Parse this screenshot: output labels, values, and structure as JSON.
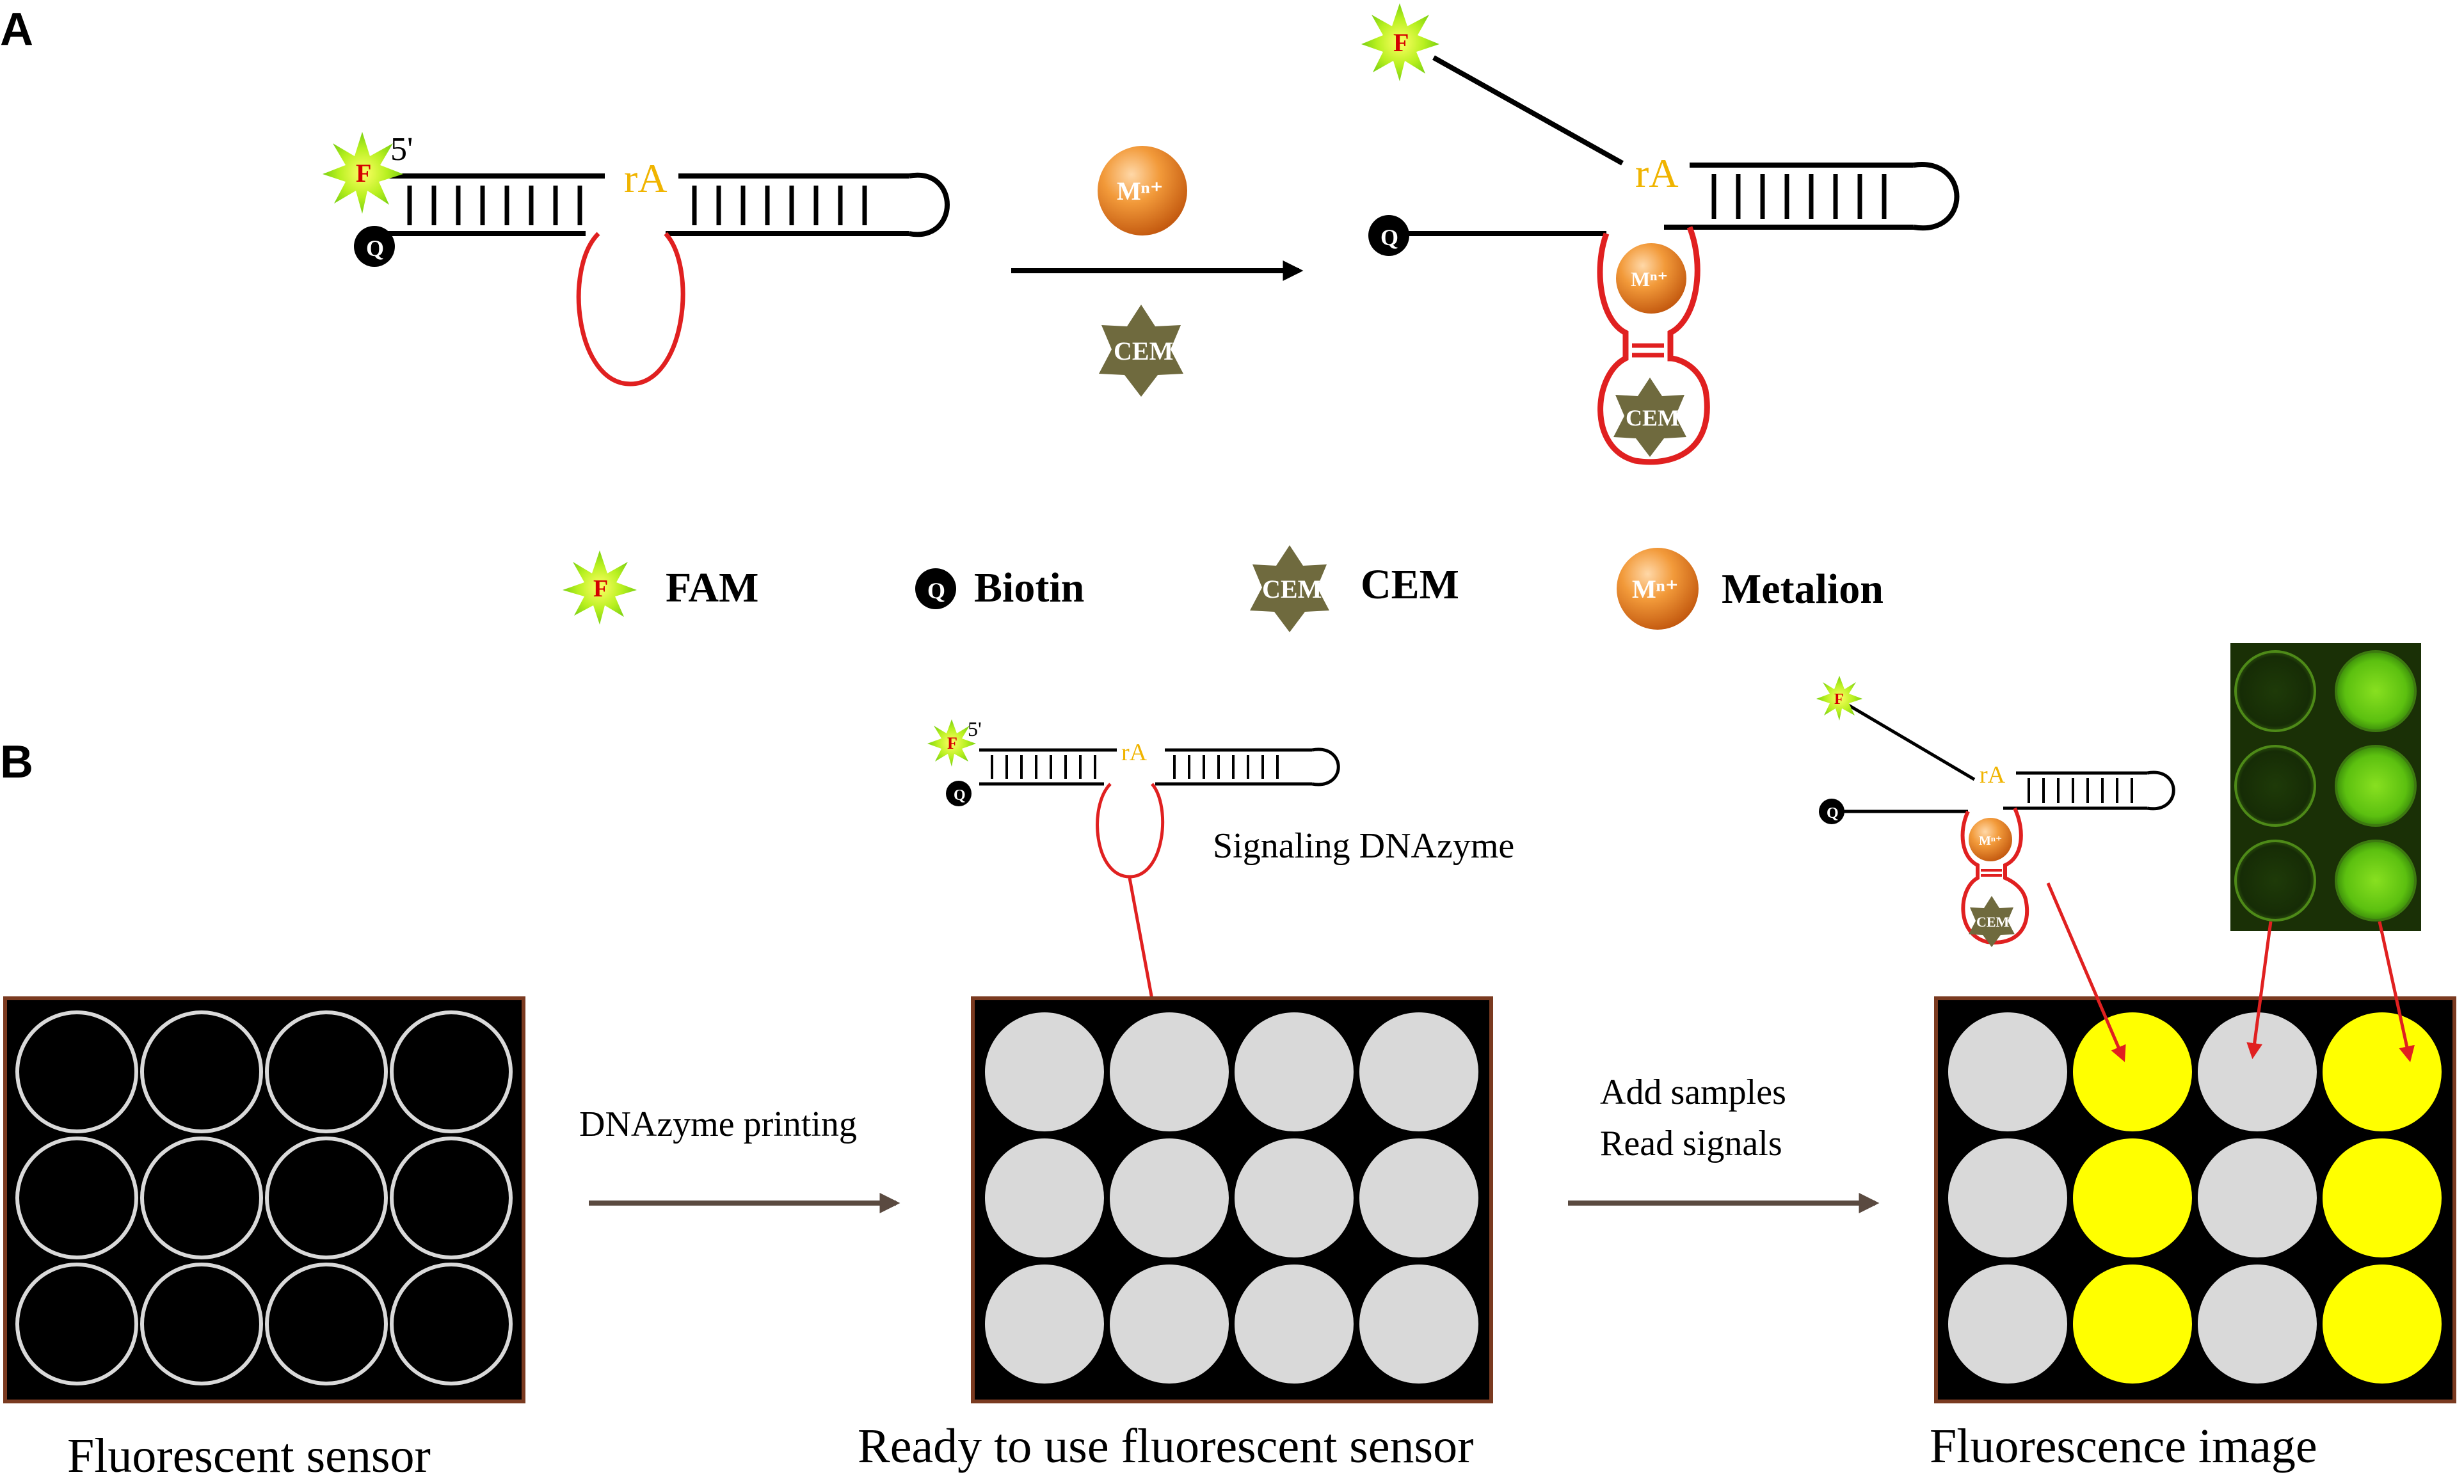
{
  "panels": {
    "a": "A",
    "b": "B"
  },
  "labels": {
    "fluor": "F",
    "quencher": "Q",
    "five_prime": "5'",
    "ribo": "rA",
    "metal": "Mⁿ⁺",
    "cem": "CEM"
  },
  "legend": {
    "fam": "FAM",
    "biotin": "Biotin",
    "cem": "CEM",
    "metalion": "Metalion"
  },
  "panel_b": {
    "signaling": "Signaling  DNAzyme",
    "printing": "DNAzyme  printing",
    "add_samples": "Add samples",
    "read_signals": "Read signals",
    "caption_1": "Fluorescent sensor",
    "caption_2": "Ready to use fluorescent sensor",
    "caption_3": "Fluorescence image"
  },
  "colors": {
    "loop_red": "#e02020",
    "ribo_yellow": "#f0b400",
    "well_grey": "#d9d9d9",
    "well_yellow": "#ffff00",
    "arrow_grey": "#5a4a40",
    "frame_brown": "#7a3a20",
    "cem_olive": "#6f6a3e",
    "metal_orange": "#f08a2a"
  },
  "wells": {
    "plate3_rows": [
      [
        "grey",
        "yellow",
        "grey",
        "yellow"
      ],
      [
        "grey",
        "yellow",
        "grey",
        "yellow"
      ],
      [
        "grey",
        "yellow",
        "grey",
        "yellow"
      ]
    ]
  }
}
